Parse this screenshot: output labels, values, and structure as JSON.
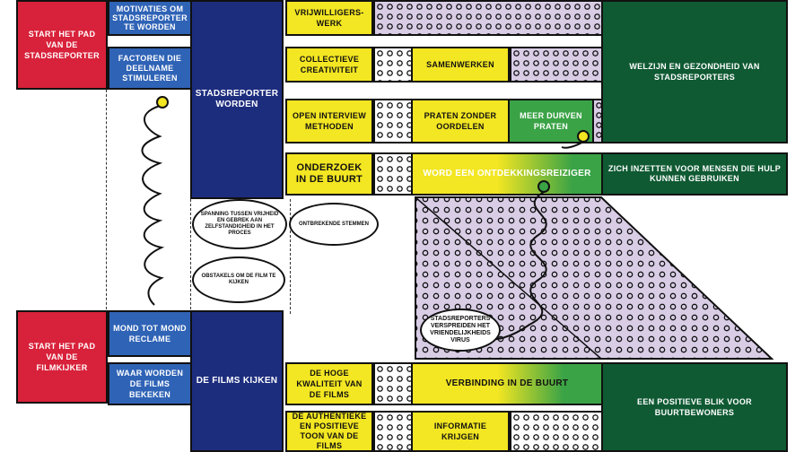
{
  "start_reporter": "START HET PAD VAN DE STADSREPORTER",
  "motivaties": "MOTIVATIES OM STADSREPORTER TE WORDEN",
  "factoren": "FACTOREN DIE DEELNAME STIMULEREN",
  "stadsreporter_worden": "STADSREPORTER WORDEN",
  "vrijwilligerswerk": "VRIJWILLIGERS-WERK",
  "collectieve": "COLLECTIEVE CREATIVITEIT",
  "open_interview": "OPEN INTERVIEW METHODEN",
  "onderzoek": "ONDERZOEK IN DE BUURT",
  "samenwerken": "SAMENWERKEN",
  "praten_zonder": "PRATEN ZONDER OORDELEN",
  "meer_durven": "MEER DURVEN PRATEN",
  "ontdekkingsreiziger": "WORD EEN ONTDEKKINGSREIZIGER",
  "welzijn": "WELZIJN EN GEZONDHEID VAN STADSREPORTERS",
  "zich_inzetten": "ZICH INZETTEN VOOR MENSEN DIE HULP KUNNEN GEBRUIKEN",
  "spanning": "SPANNING TUSSEN VRIJHEID EN GEBREK AAN ZELFSTANDIGHEID IN HET PROCES",
  "ontbrekende": "ONTBREKENDE STEMMEN",
  "obstakels": "OBSTAKELS OM DE FILM TE KIJKEN",
  "virus": "STADSREPORTERS VERSPREIDEN HET VRIENDELIJKHEIDS VIRUS",
  "start_filmkijker": "START HET PAD VAN DE FILMKIJKER",
  "mond_tot_mond": "MOND TOT MOND RECLAME",
  "waar_bekeken": "WAAR WORDEN DE FILMS BEKEKEN",
  "films_kijken": "DE FILMS KIJKEN",
  "hoge_kwaliteit": "DE HOGE KWALITEIT VAN DE FILMS",
  "authentieke": "DE AUTHENTIEKE EN POSITIEVE TOON VAN DE FILMS",
  "verbinding": "VERBINDING IN DE BUURT",
  "informatie": "INFORMATIE KRIJGEN",
  "positieve_blik": "EEN POSITIEVE BLIK VOOR BUURTBEWONERS",
  "colors": {
    "red": "#d8213a",
    "blue": "#2f63b6",
    "navy": "#1d2d7e",
    "yellow": "#f3e622",
    "green": "#3aa346",
    "dark_green": "#0f5a33",
    "lavender": "#d9cde6"
  }
}
